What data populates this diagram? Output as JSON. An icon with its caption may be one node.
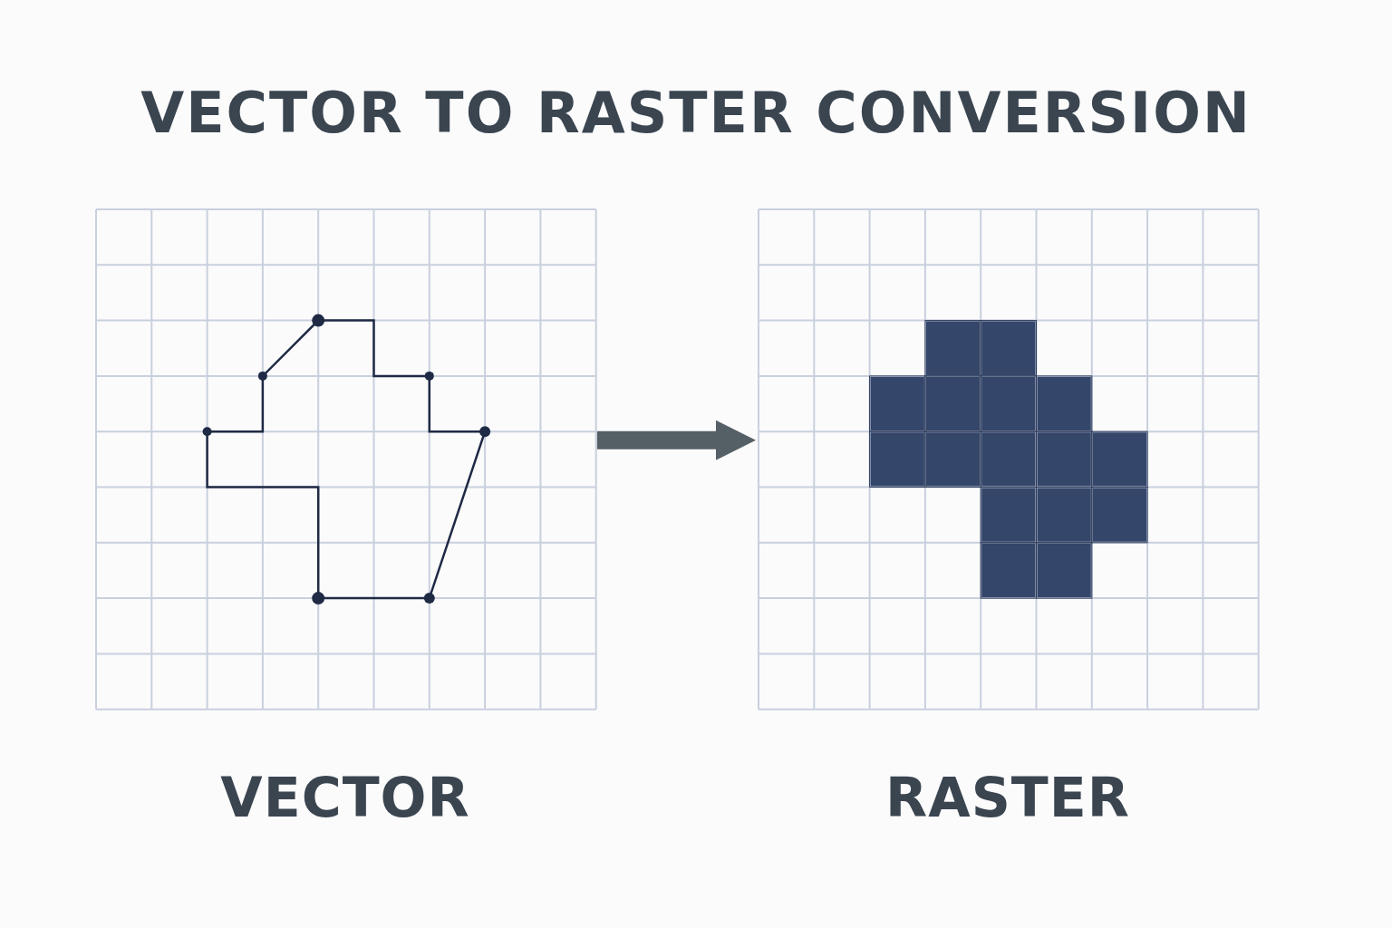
{
  "diagram": {
    "title": "VECTOR TO RASTER CONVERSION",
    "nodes": [
      {
        "text": [
          "VECTOR"
        ]
      },
      {
        "text": [
          "RASTER"
        ]
      }
    ],
    "edges": [
      {
        "from": 0,
        "to": 1,
        "arrow": "to"
      }
    ]
  }
}
